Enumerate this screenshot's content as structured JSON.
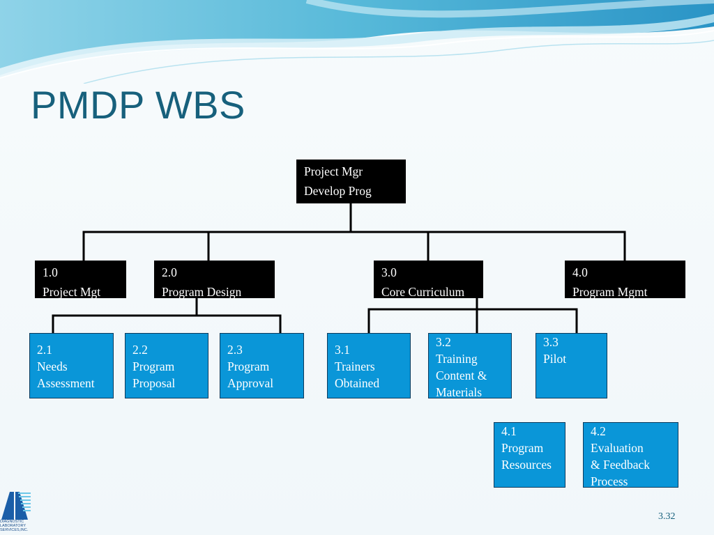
{
  "slide": {
    "title": "PMDP WBS",
    "page_number": "3.32"
  },
  "logo": {
    "text": "DIAGNOSTIC LABORATORY SERVICES,INC."
  },
  "wbs": {
    "root": {
      "line1": "Project Mgr",
      "line2": "Develop Prog"
    },
    "level1": [
      {
        "id": "1.0",
        "name": "Project Mgt"
      },
      {
        "id": "2.0",
        "name": "Program Design"
      },
      {
        "id": "3.0",
        "name": "Core Curriculum"
      },
      {
        "id": "4.0",
        "name": "Program Mgmt"
      }
    ],
    "level2_design": [
      {
        "id": "2.1",
        "line1": "Needs",
        "line2": "Assessment"
      },
      {
        "id": "2.2",
        "line1": "Program",
        "line2": "Proposal"
      },
      {
        "id": "2.3",
        "line1": "Program",
        "line2": "Approval"
      }
    ],
    "level2_curriculum": [
      {
        "id": "3.1",
        "line1": "Trainers",
        "line2": "Obtained"
      },
      {
        "id": "3.2",
        "line1": "Training",
        "line2": "Content &",
        "line3": "Materials"
      },
      {
        "id": "3.3",
        "line1": "Pilot"
      }
    ],
    "level2_mgmt": [
      {
        "id": "4.1",
        "line1": "Program",
        "line2": "Resources"
      },
      {
        "id": "4.2",
        "line1": "Evaluation",
        "line2": "& Feedback",
        "line3": "Process"
      }
    ]
  },
  "colors": {
    "title": "#17607c",
    "black_box": "#000000",
    "blue_box": "#0a96d8",
    "connector": "#000000"
  }
}
